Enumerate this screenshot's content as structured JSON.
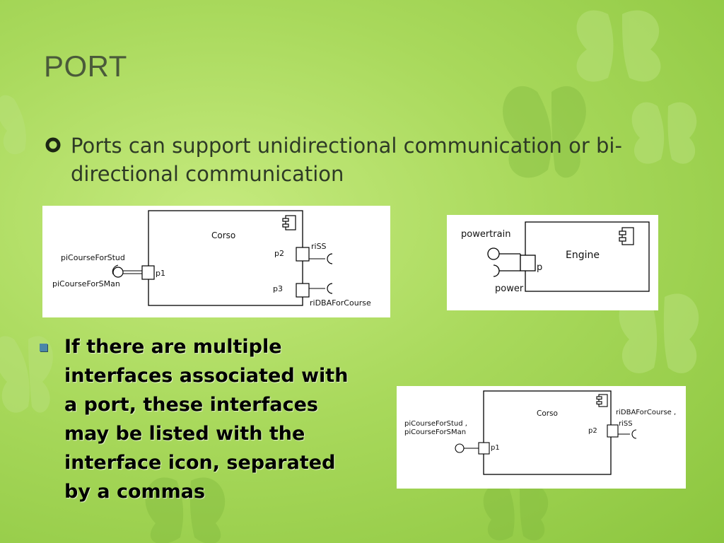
{
  "slide": {
    "title": "PORT",
    "bullet1": "Ports can support unidirectional communication or bi-directional communication",
    "bullet2": "If there are multiple interfaces associated with a port, these interfaces may be listed with the interface icon, separated by a commas"
  },
  "fig_corso": {
    "component": "Corso",
    "provided_top": "piCourseForStud",
    "provided_bottom": "piCourseForSMan",
    "port_p1": "p1",
    "port_p2": "p2",
    "port_p3": "p3",
    "required_p2": "riSS",
    "required_p3": "riDBAForCourse"
  },
  "fig_engine": {
    "component": "Engine",
    "provided": "powertrain",
    "required": "power",
    "port": "p"
  },
  "fig_corso2": {
    "component": "Corso",
    "provided_top": "piCourseForStud ,",
    "provided_bottom": "piCourseForSMan",
    "port_p1": "p1",
    "port_p2": "p2",
    "required_top": "riDBAForCourse ,",
    "required_bottom": "riSS"
  },
  "colors": {
    "title": "#4a5a3a",
    "bullet_square": "#4a86a8"
  }
}
